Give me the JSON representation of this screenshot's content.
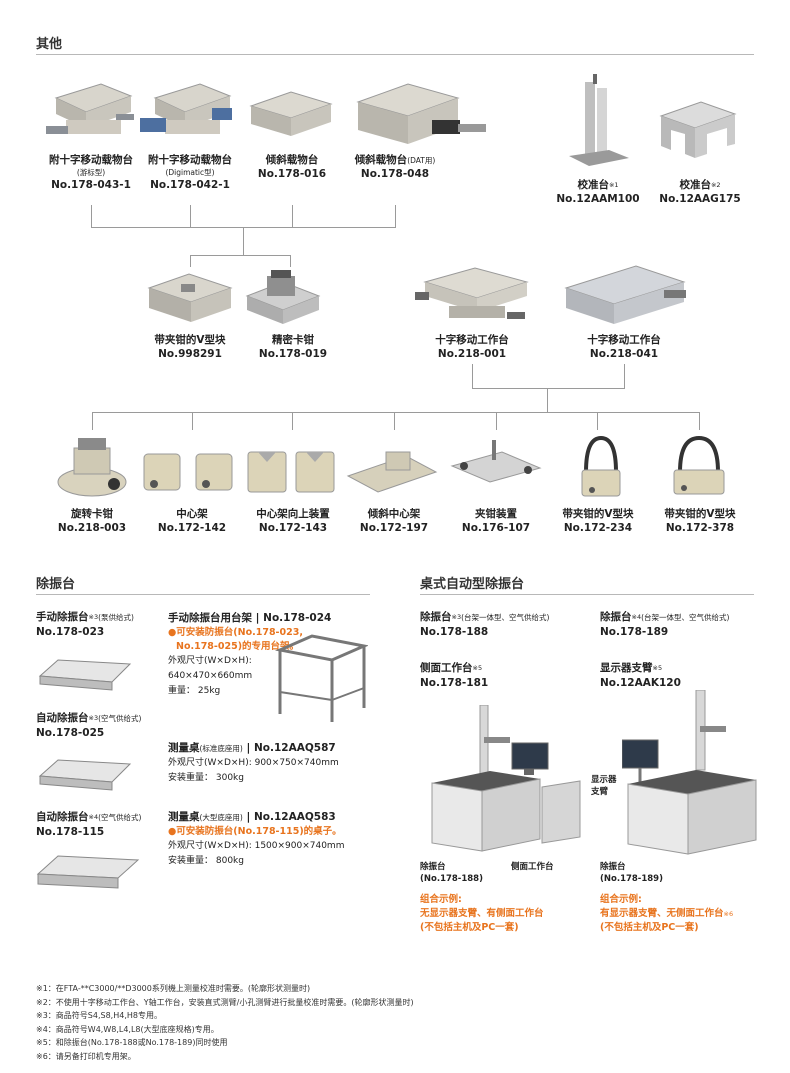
{
  "sections": {
    "other": "其他",
    "vibration": "除振台",
    "desktop": "桌式自动型除振台"
  },
  "row1": [
    {
      "name": "附十字移动载物台",
      "sub": "(游标型)",
      "no": "No.178-043-1"
    },
    {
      "name": "附十字移动载物台",
      "sub": "(Digimatic型)",
      "no": "No.178-042-1"
    },
    {
      "name": "倾斜载物台",
      "sub": "",
      "no": "No.178-016"
    },
    {
      "name": "倾斜载物台",
      "sub": "(DAT用)",
      "no": "No.178-048"
    },
    {
      "name": "校准台",
      "sup": "※1",
      "no": "No.12AAM100"
    },
    {
      "name": "校准台",
      "sup": "※2",
      "no": "No.12AAG175"
    }
  ],
  "row2": [
    {
      "name": "带夹钳的V型块",
      "no": "No.998291"
    },
    {
      "name": "精密卡钳",
      "no": "No.178-019"
    },
    {
      "name": "十字移动工作台",
      "no": "No.218-001"
    },
    {
      "name": "十字移动工作台",
      "no": "No.218-041"
    }
  ],
  "row3": [
    {
      "name": "旋转卡钳",
      "no": "No.218-003"
    },
    {
      "name": "中心架",
      "no": "No.172-142"
    },
    {
      "name": "中心架向上装置",
      "no": "No.172-143"
    },
    {
      "name": "倾斜中心架",
      "no": "No.172-197"
    },
    {
      "name": "夹钳装置",
      "no": "No.176-107"
    },
    {
      "name": "带夹钳的V型块",
      "no": "No.172-234"
    },
    {
      "name": "带夹钳的V型块",
      "no": "No.172-378"
    }
  ],
  "vib": {
    "manual": {
      "name": "手动除振台",
      "sup": "※3",
      "sub": "(泵供给式)",
      "no": "No.178-023"
    },
    "auto1": {
      "name": "自动除振台",
      "sup": "※3",
      "sub": "(空气供给式)",
      "no": "No.178-025"
    },
    "auto2": {
      "name": "自动除振台",
      "sup": "※4",
      "sub": "(空气供给式)",
      "no": "No.178-115"
    },
    "stand": {
      "title": "手动除振台用台架",
      "no": "No.178-024",
      "note1": "●可安装防振台(No.178-023,",
      "note2": "No.178-025)的专用台架。",
      "dim_label": "外观尺寸(W×D×H):",
      "dim": "640×470×660mm",
      "weight": "重量：  25kg"
    },
    "table1": {
      "title": "测量桌",
      "sub": "(标准底座用)",
      "no": "No.12AAQ587",
      "dim": "外观尺寸(W×D×H):   900×750×740mm",
      "weight": "安装重量：  300kg"
    },
    "table2": {
      "title": "测量桌",
      "sub": "(大型底座用)",
      "no": "No.12AAQ583",
      "note": "●可安装防振台(No.178-115)的桌子。",
      "dim": "外观尺寸(W×D×H):   1500×900×740mm",
      "weight": "安装重量：  800kg"
    }
  },
  "desk": {
    "a": {
      "name": "除振台",
      "sup": "※3",
      "sub": "(台架一体型、空气供给式)",
      "no": "No.178-188"
    },
    "b": {
      "name": "除振台",
      "sup": "※4",
      "sub": "(台架一体型、空气供给式)",
      "no": "No.178-189"
    },
    "c": {
      "name": "侧面工作台",
      "sup": "※5",
      "no": "No.178-181"
    },
    "d": {
      "name": "显示器支臂",
      "sup": "※5",
      "no": "No.12AAK120"
    },
    "lbl_a1": "除振台",
    "lbl_a2": "(No.178-188)",
    "lbl_side": "侧面工作台",
    "lbl_b1": "除振台",
    "lbl_b2": "(No.178-189)",
    "lbl_arm1": "显示器",
    "lbl_arm2": "支臂",
    "combo_a": {
      "t": "组合示例:",
      "l1": "无显示器支臂、有侧面工作台",
      "l2": "(不包括主机及PC一套)"
    },
    "combo_b": {
      "t": "组合示例:",
      "l1": "有显示器支臂、无侧面工作台",
      "sup": "※6",
      "l2": "(不包括主机及PC一套)"
    }
  },
  "footnotes": [
    "※1：在FTA-**C3000/**D3000系列機上测量校准时需要。(轮廓形状测量时)",
    "※2：不使用十字移动工作台、Y轴工作台，安装直式测臂/小孔测臂进行批量校准时需要。(轮廓形状测量时)",
    "※3：商品符号S4,S8,H4,H8专用。",
    "※4：商品符号W4,W8,L4,L8(大型底座规格)专用。",
    "※5：和除振台(No.178-188或No.178-189)同时使用",
    "※6：请另备打印机专用架。"
  ],
  "colors": {
    "accent": "#e8741e",
    "rule": "#b8b8b8"
  }
}
